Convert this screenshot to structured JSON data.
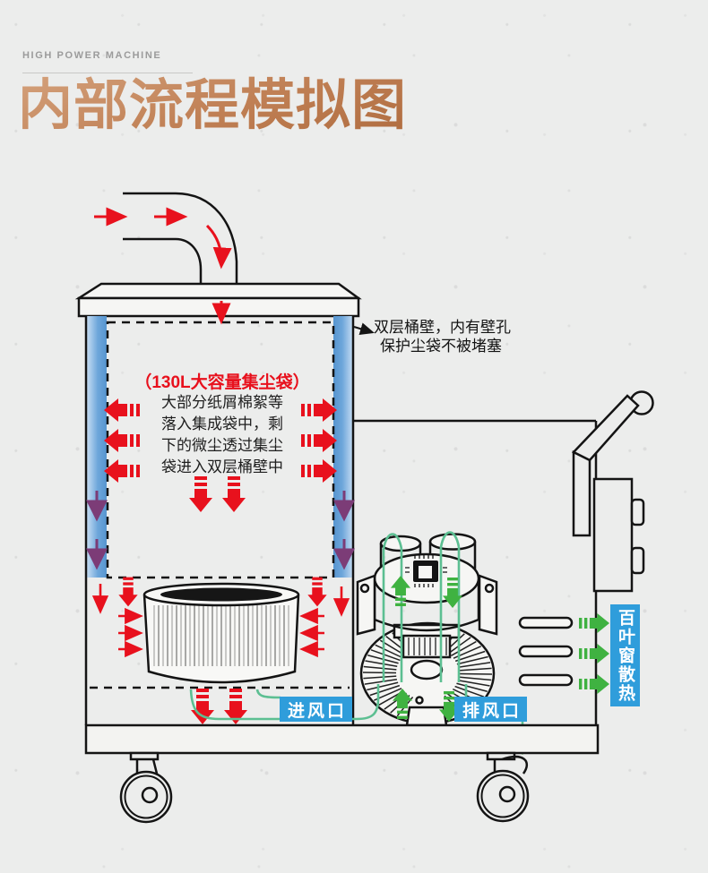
{
  "header": {
    "eyebrow": "HIGH POWER MACHINE",
    "title": "内部流程模拟图"
  },
  "dust_bag": {
    "title": "（130L大容量集尘袋）",
    "lines": [
      "大部分纸屑棉絮等",
      "落入集成袋中，剩",
      "下的微尘透过集尘",
      "袋进入双层桶壁中"
    ]
  },
  "annotation": {
    "line1": "双层桶壁，内有壁孔",
    "line2": "保护尘袋不被堵塞"
  },
  "labels": {
    "intake": "进风口",
    "exhaust": "排风口",
    "louver": "百叶窗散热"
  },
  "colors": {
    "background": "#ecedec",
    "airflow_red": "#e8111d",
    "wall_purple": "#7c3c77",
    "flow_teal": "#5cbf92",
    "exhaust_green": "#3fb241",
    "label_blue": "#2f9ddb",
    "wall_blue": "#5795d0",
    "title_bronze_light": "#d4a17b",
    "title_bronze_dark": "#a96436"
  }
}
